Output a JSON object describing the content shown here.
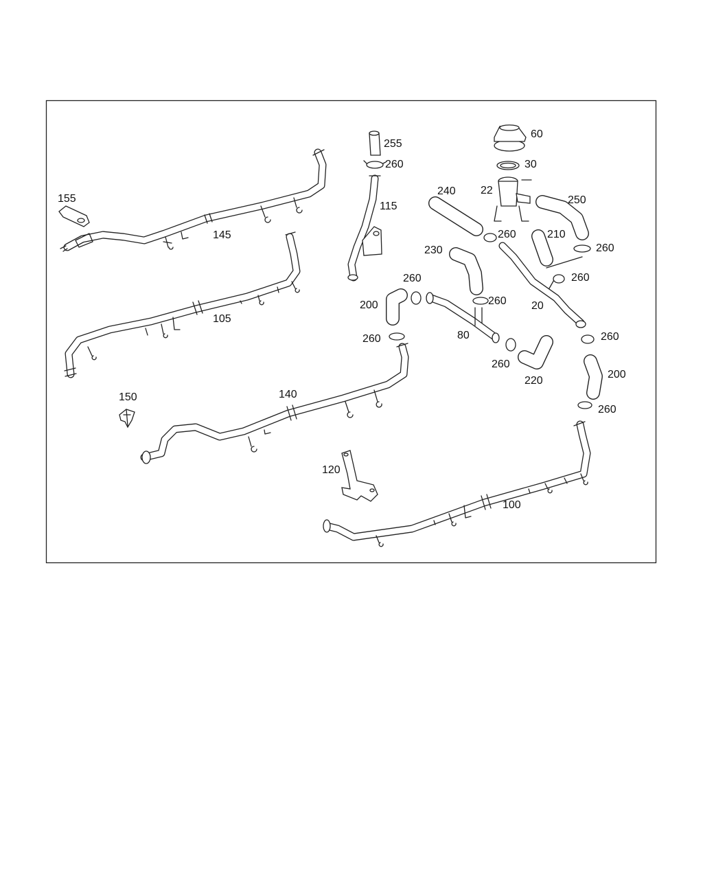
{
  "labels": {
    "l155": "155",
    "l145": "145",
    "l105": "105",
    "l150": "150",
    "l140": "140",
    "l255": "255",
    "l260_top": "260",
    "l115": "115",
    "l120": "120",
    "l60": "60",
    "l30": "30",
    "l22": "22",
    "l240": "240",
    "l250": "250",
    "l260_240": "260",
    "l210": "210",
    "l260_250": "260",
    "l230": "230",
    "l260_20": "260",
    "l260_200a": "260",
    "l200_left": "200",
    "l260_80top": "260",
    "l20": "20",
    "l80": "80",
    "l260_200b": "260",
    "l260_right1": "260",
    "l260_80bot": "260",
    "l200_right": "200",
    "l220": "220",
    "l260_right2": "260",
    "l100": "100"
  }
}
